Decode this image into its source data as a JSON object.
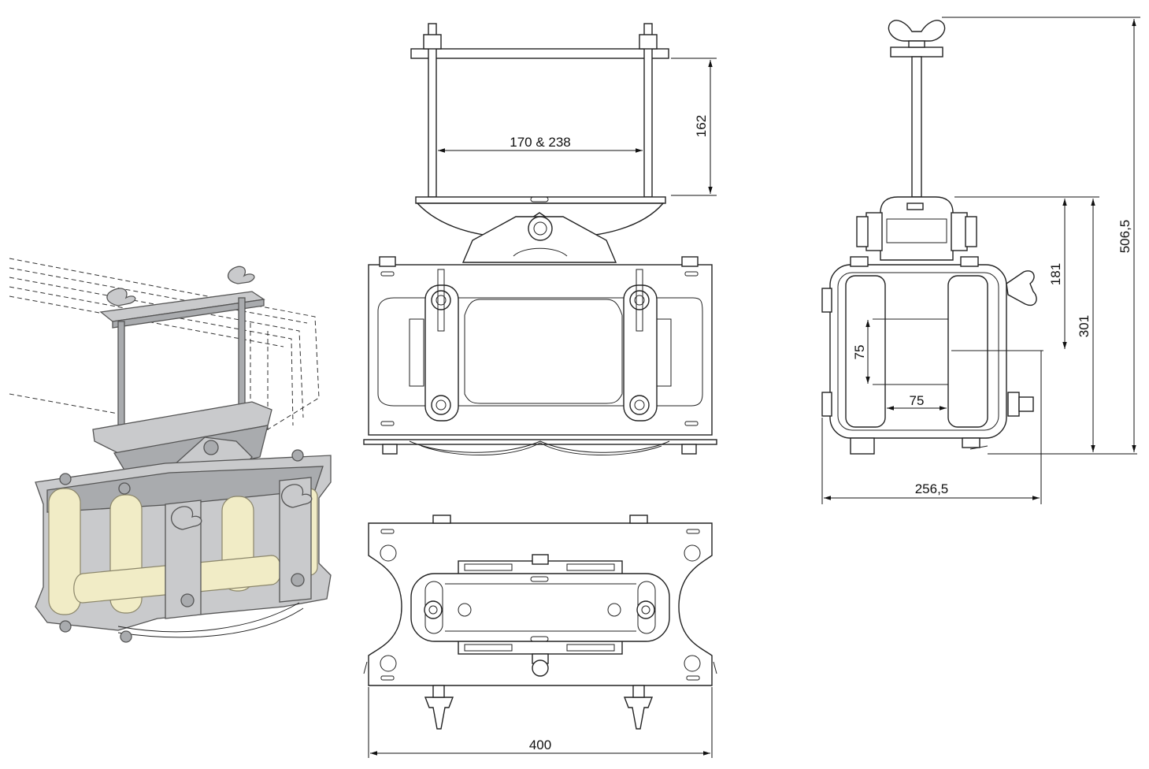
{
  "dimensions": {
    "rod_spacing": "170 & 238",
    "rod_height": "162",
    "width_front": "400",
    "width_side": "256,5",
    "total_height": "506,5",
    "lower_height": "301",
    "roller_axis_height": "181",
    "opening_height": "75",
    "opening_width": "75"
  },
  "colors": {
    "line": "#222222",
    "steel": "#c9cacc",
    "roller": "#f1ecc6"
  }
}
